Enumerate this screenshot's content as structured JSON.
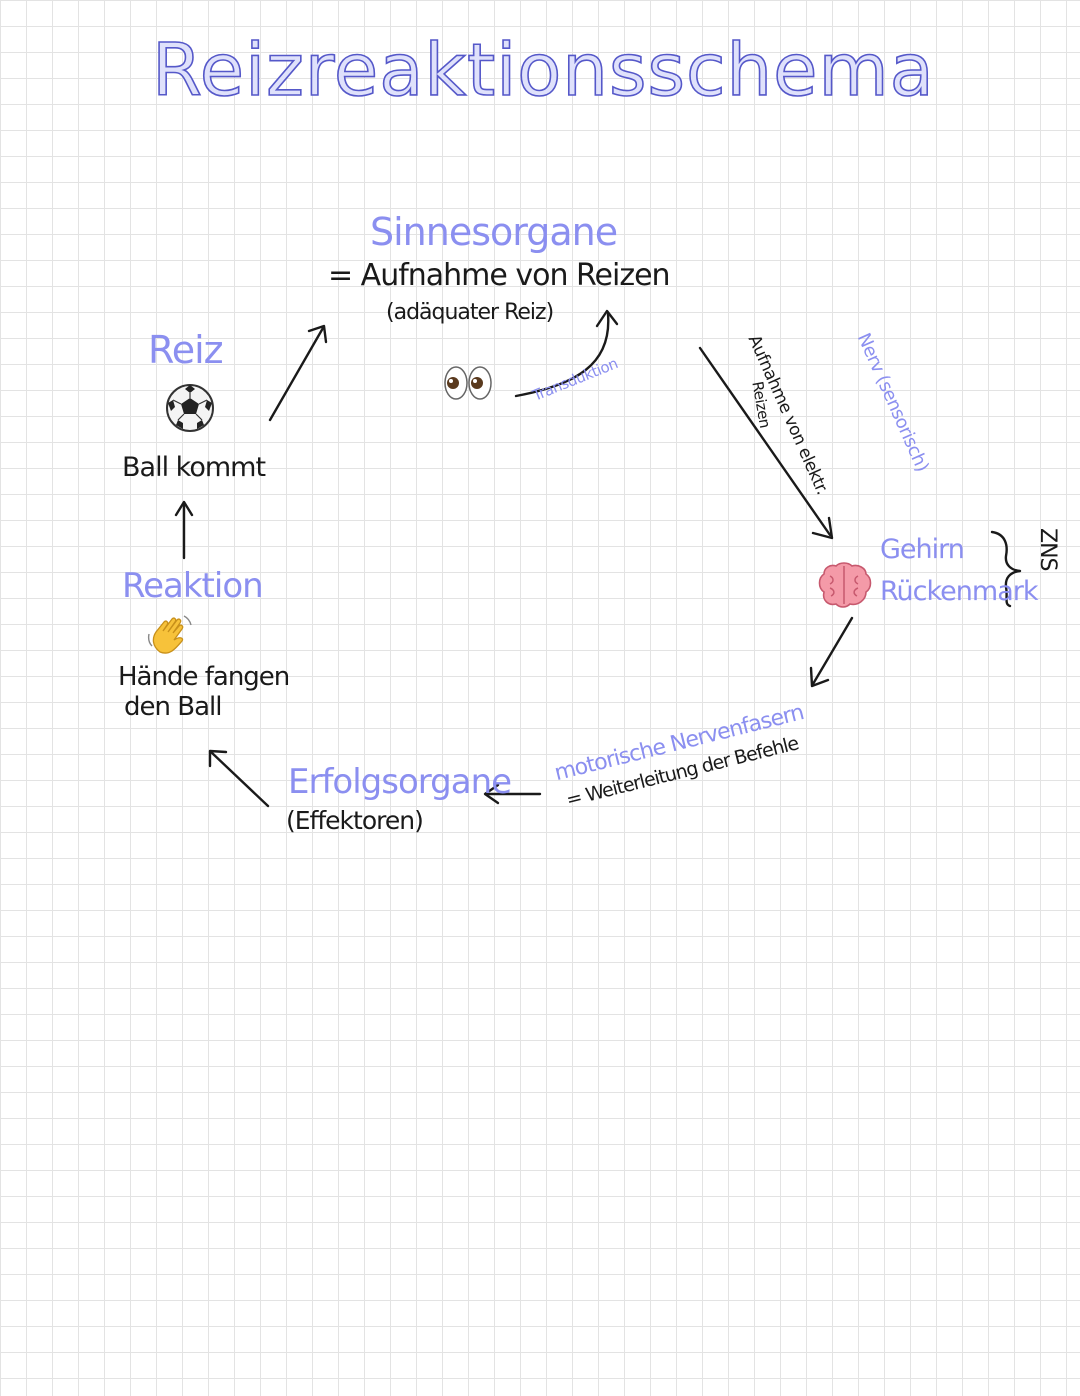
{
  "title": "Reizreaktionsschema",
  "nodes": {
    "sinnesorgane": {
      "heading": "Sinnesorgane",
      "line1": "= Aufnahme von  Reizen",
      "line2": "(adäquater Reiz)"
    },
    "reiz": {
      "heading": "Reiz",
      "text": "Ball kommt"
    },
    "reaktion": {
      "heading": "Reaktion",
      "line1": "Hände fangen",
      "line2": "den Ball"
    },
    "erfolgsorgane": {
      "heading": "Erfolgsorgane",
      "text": "(Effektoren)"
    },
    "zns": {
      "item1": "Gehirn",
      "item2": "Rückenmark",
      "label": "ZNS"
    }
  },
  "edges": {
    "transduktion": "Transduktion",
    "sensory": {
      "label": "Nerv (sensorisch)",
      "line1": "Aufnahme von elektr.",
      "line2": "Reizen"
    },
    "motor": {
      "label": "motorische Nervenfasern",
      "line1": "= Weiterleitung der Befehle"
    }
  },
  "icons": {
    "ball": "soccer-ball-icon",
    "eyes": "eyes-icon",
    "brain": "brain-icon",
    "hand": "waving-hand-icon"
  },
  "colors": {
    "accent": "#8b8ff0",
    "title_stroke": "#5558c9",
    "ink": "#1a1a1a"
  }
}
